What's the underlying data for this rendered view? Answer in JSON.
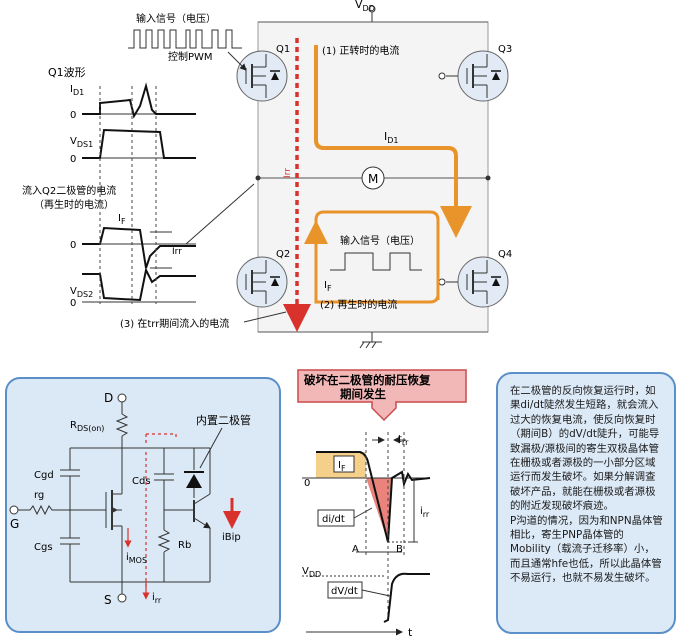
{
  "colors": {
    "orange": "#e8942a",
    "red": "#d9312b",
    "panel_fill": "#dbe8f5",
    "panel_border": "#5b8fc7",
    "diode_dark": "#1a1a1a",
    "banner_fill": "#f2b8b8",
    "banner_border": "#c94a4a",
    "if_fill": "#f5d08a",
    "irr_fill": "#e9837c"
  },
  "top_circuit": {
    "vdd_label": "V",
    "vdd_sub": "DD",
    "q1": "Q1",
    "q2": "Q2",
    "q3": "Q3",
    "q4": "Q4",
    "motor": "M",
    "id1": "I",
    "id1_sub": "D1",
    "irr_vertical": "Irr",
    "if_label": "I",
    "if_sub": "F",
    "label_forward": "(1) 正转时的电流",
    "label_regen": "(2) 再生时的电流",
    "label_trr": "(3) 在trr期间流入的电流",
    "input_signal_top": "输入信号（电压）",
    "control_pwm": "控制PWM",
    "input_signal_inner": "输入信号（电压）"
  },
  "waveforms": {
    "q1_title": "Q1波形",
    "id1": "I",
    "id1_sub": "D1",
    "vds1": "V",
    "vds1_sub": "DS1",
    "zero": "0",
    "q2_title_line1": "流入Q2二极管的电流",
    "q2_title_line2": "（再生时的电流）",
    "if_label": "I",
    "if_sub": "F",
    "irr": "Irr",
    "vds2": "V",
    "vds2_sub": "DS2"
  },
  "mosfet_panel": {
    "d": "D",
    "s": "S",
    "g": "G",
    "rds": "R",
    "rds_sub": "DS(on)",
    "cgd": "Cgd",
    "cgs": "Cgs",
    "cds": "Cds",
    "rg": "rg",
    "rb": "Rb",
    "imos": "i",
    "imos_sub": "MOS",
    "irr": "i",
    "irr_sub": "rr",
    "ibip": "iBip",
    "builtin_diode": "内置二极管"
  },
  "banner": {
    "line1": "破坏在二极管的耐压恢复",
    "line2": "期间发生"
  },
  "recovery": {
    "trr": "t",
    "trr_sub": "rr",
    "if_label": "I",
    "if_sub": "F",
    "zero": "0",
    "didt": "di/dt",
    "irr": "i",
    "irr_sub": "rr",
    "a": "A",
    "b": "B",
    "vdd": "V",
    "vdd_sub": "DD",
    "dvdt": "dV/dt",
    "t": "t"
  },
  "note": {
    "para1": "在二极管的反向恢复运行时，如果di/dt陡然发生短路，就会流入过大的恢复电流，使反向恢复时（期间B）的dV/dt陡升，可能导致漏极/源极间的寄生双极晶体管在栅极或者源极的一小部分区域运行而发生破坏。如果分解调查破坏产品，就能在栅极或者源极的附近发现破坏痕迹。",
    "para2": "P沟道的情况，因为和NPN晶体管相比，寄生PNP晶体管的Mobility（载流子迁移率）小，而且通常hfe也低，所以此晶体管不易运行，也就不易发生破坏。"
  }
}
